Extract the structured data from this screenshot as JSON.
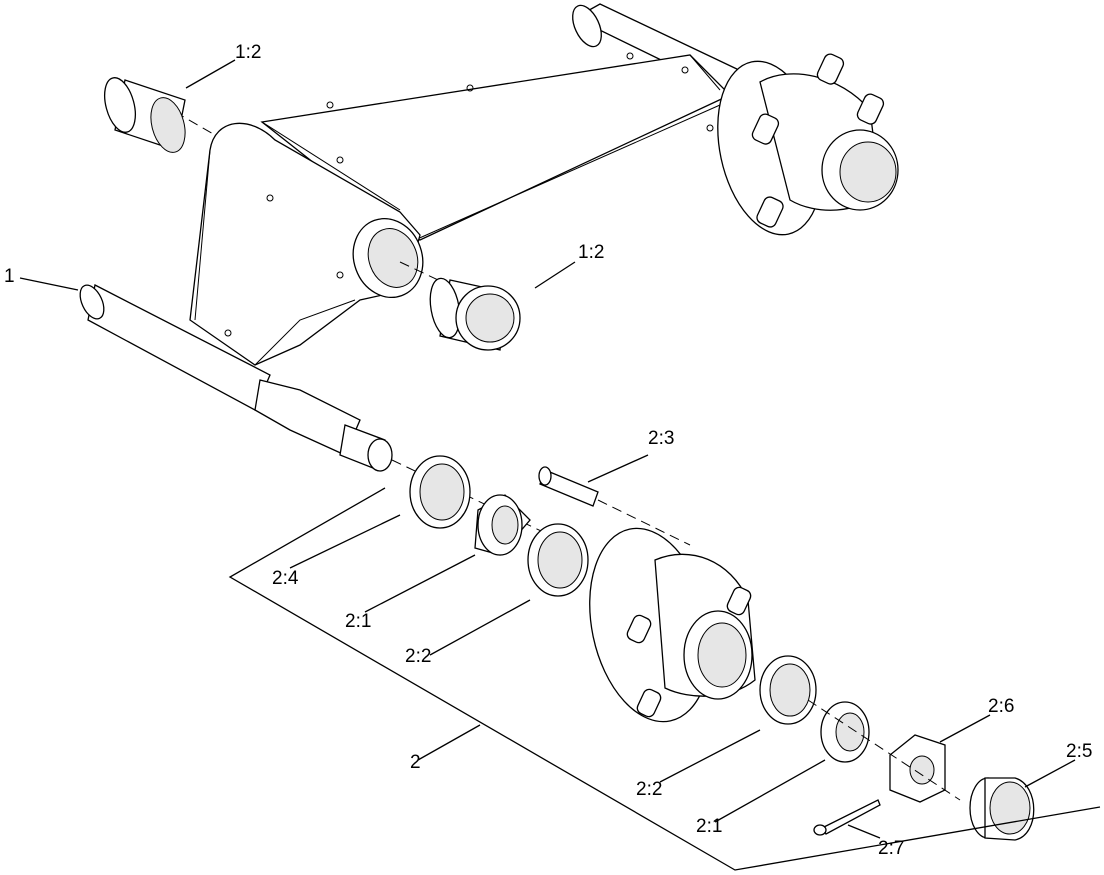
{
  "callouts": {
    "c1": "1",
    "c1_2_top": "1:2",
    "c1_2_mid": "1:2",
    "c2": "2",
    "c2_1_a": "2:1",
    "c2_1_b": "2:1",
    "c2_2_a": "2:2",
    "c2_2_b": "2:2",
    "c2_3": "2:3",
    "c2_4": "2:4",
    "c2_5": "2:5",
    "c2_6": "2:6",
    "c2_7": "2:7"
  }
}
